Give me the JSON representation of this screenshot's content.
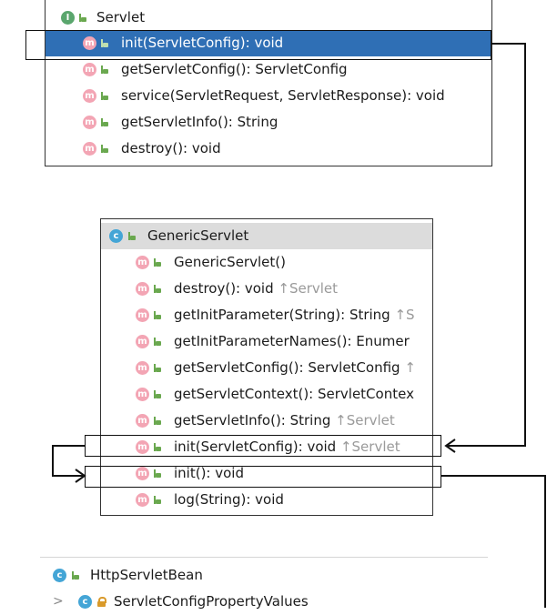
{
  "servlet_panel": {
    "header": "Servlet",
    "header_icon": "I",
    "items": [
      {
        "icon": "m",
        "label": "init(ServletConfig): void"
      },
      {
        "icon": "m",
        "label": "getServletConfig(): ServletConfig"
      },
      {
        "icon": "m",
        "label": "service(ServletRequest, ServletResponse): void"
      },
      {
        "icon": "m",
        "label": "getServletInfo(): String"
      },
      {
        "icon": "m",
        "label": "destroy(): void"
      }
    ]
  },
  "generic_panel": {
    "header": "GenericServlet",
    "header_icon": "c",
    "items": [
      {
        "label": "GenericServlet()",
        "suffix": ""
      },
      {
        "label": "destroy(): void ",
        "suffix": "↑Servlet"
      },
      {
        "label": "getInitParameter(String): String ",
        "suffix": "↑S"
      },
      {
        "label": "getInitParameterNames(): Enumer",
        "suffix": ""
      },
      {
        "label": "getServletConfig(): ServletConfig ",
        "suffix": "↑"
      },
      {
        "label": "getServletContext(): ServletContex",
        "suffix": ""
      },
      {
        "label": "getServletInfo(): String ",
        "suffix": "↑Servlet"
      },
      {
        "label": "init(ServletConfig): void ",
        "suffix": "↑Servlet"
      },
      {
        "label": "init(): void",
        "suffix": ""
      },
      {
        "label": "log(String): void",
        "suffix": ""
      }
    ]
  },
  "bottom": {
    "class_label": "HttpServletBean",
    "class_icon": "c",
    "child_label": "ServletConfigPropertyValues",
    "child_icon": "c",
    "expand_glyph": ">"
  },
  "colors": {
    "selection": "#2f6fb5",
    "method_icon": "#f3a5b4",
    "class_icon": "#44a5d6",
    "interface_icon": "#5aa66d",
    "annotation_box": "#111111"
  }
}
